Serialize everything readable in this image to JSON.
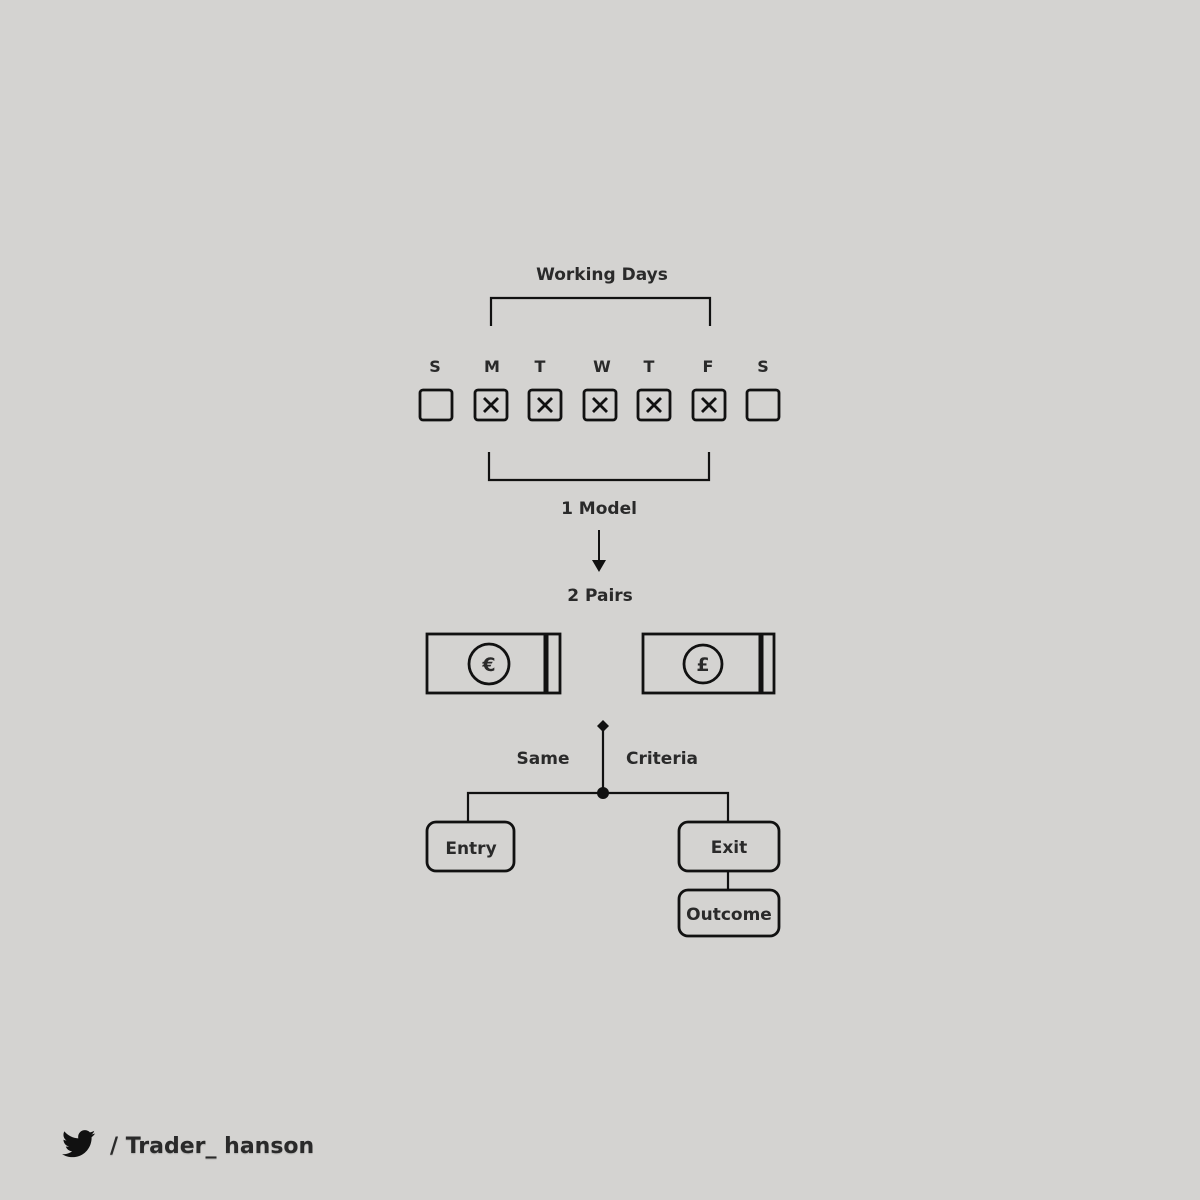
{
  "header": {
    "title": "Working Days"
  },
  "week": {
    "days": [
      {
        "letter": "S",
        "checked": false
      },
      {
        "letter": "M",
        "checked": true
      },
      {
        "letter": "T",
        "checked": true
      },
      {
        "letter": "W",
        "checked": true
      },
      {
        "letter": "T",
        "checked": true
      },
      {
        "letter": "F",
        "checked": true
      },
      {
        "letter": "S",
        "checked": false
      }
    ]
  },
  "model_label": "1 Model",
  "pairs_label": "2 Pairs",
  "currencies": [
    {
      "symbol": "€",
      "icon": "euro-banknote-icon"
    },
    {
      "symbol": "£",
      "icon": "pound-banknote-icon"
    }
  ],
  "criteria": {
    "left": "Same",
    "right": "Criteria"
  },
  "nodes": {
    "entry": "Entry",
    "exit": "Exit",
    "outcome": "Outcome"
  },
  "footer": {
    "icon": "twitter-bird-icon",
    "handle": "/ Trader_ hanson"
  }
}
